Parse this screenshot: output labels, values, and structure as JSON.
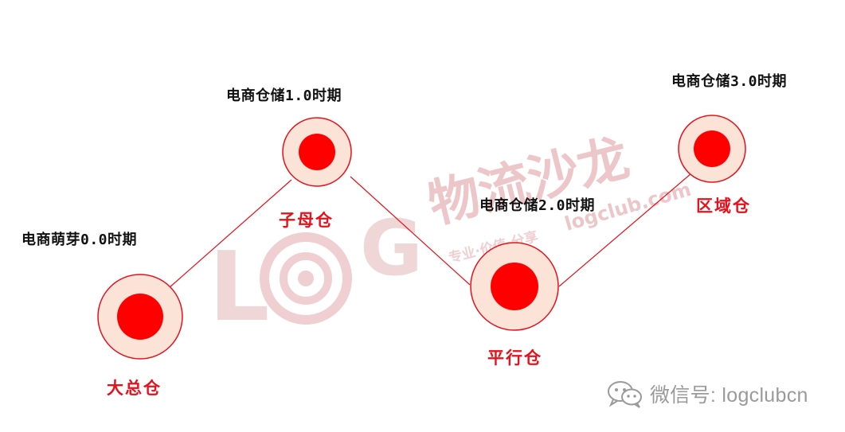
{
  "colors": {
    "node_fill": "#fce3d8",
    "node_stroke": "#e8101a",
    "node_core": "#ff0000",
    "line": "#e8101a",
    "watermark": "#e9bcbe"
  },
  "watermark": {
    "brand_cn": "物流沙龙",
    "brand_latin": "LOG",
    "site": "logclub.com",
    "slogan": "专业·价值·分享"
  },
  "phases": [
    {
      "label": "电商萌芽0.0时期"
    },
    {
      "label": "电商仓储1.0时期"
    },
    {
      "label": "电商仓储2.0时期"
    },
    {
      "label": "电商仓储3.0时期"
    }
  ],
  "warehouses": [
    {
      "label": "大总仓"
    },
    {
      "label": "子母仓"
    },
    {
      "label": "平行仓"
    },
    {
      "label": "区域仓"
    }
  ],
  "footer": {
    "wechat_icon": "wechat-icon",
    "wechat_text": "微信号: logclubcn"
  }
}
